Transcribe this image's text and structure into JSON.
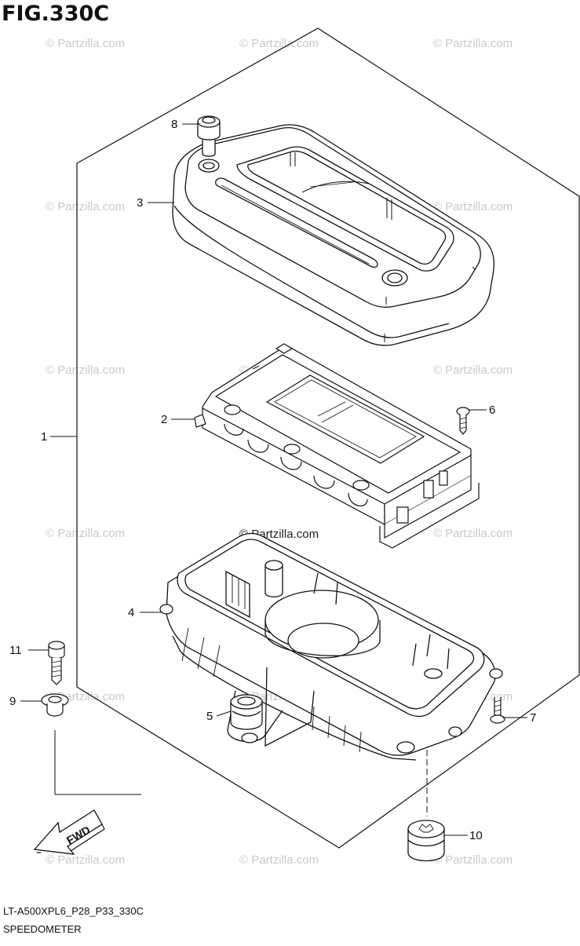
{
  "figure": {
    "title": "FIG.330C",
    "diagram_code": "LT-A500XPL6_P28_P33_330C",
    "assembly_name": "SPEEDOMETER"
  },
  "watermark": {
    "text": "© Partzilla.com",
    "central_text": "© Partzilla.com"
  },
  "direction_arrow": {
    "label": "FWD"
  },
  "callouts": [
    {
      "number": "1",
      "part": "speedometer-assembly"
    },
    {
      "number": "2",
      "part": "meter-circuit-board"
    },
    {
      "number": "3",
      "part": "upper-meter-case"
    },
    {
      "number": "4",
      "part": "lower-meter-case"
    },
    {
      "number": "5",
      "part": "cushion"
    },
    {
      "number": "6",
      "part": "screw"
    },
    {
      "number": "7",
      "part": "screw"
    },
    {
      "number": "8",
      "part": "reset-knob"
    },
    {
      "number": "9",
      "part": "washer"
    },
    {
      "number": "10",
      "part": "rubber-cushion"
    },
    {
      "number": "11",
      "part": "bolt"
    }
  ]
}
